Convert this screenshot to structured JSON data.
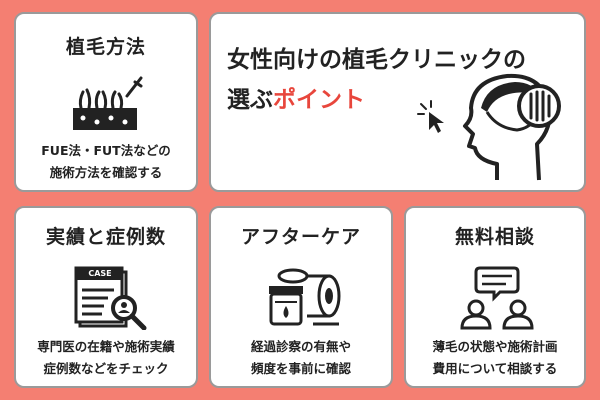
{
  "cards": [
    {
      "title": "植毛方法",
      "desc_line1": "FUE法・FUT法などの",
      "desc_line2": "施術方法を確認する",
      "icon": "hair-skin-icon"
    },
    {
      "title": "実績と症例数",
      "desc_line1": "専門医の在籍や施術実績",
      "desc_line2": "症例数などをチェック",
      "icon": "case-file-search-icon"
    },
    {
      "title": "アフターケア",
      "desc_line1": "経過診察の有無や",
      "desc_line2": "頻度を事前に確認",
      "icon": "medicine-bandage-icon"
    },
    {
      "title": "無料相談",
      "desc_line1": "薄毛の状態や施術計画",
      "desc_line2": "費用について相談する",
      "icon": "consultation-people-icon"
    }
  ],
  "main": {
    "line1": "女性向けの植毛クリニックの",
    "line2_prefix": "選ぶ",
    "line2_accent": "ポイント",
    "icon": "head-profile-hair-icon"
  },
  "case_label": "CASE",
  "colors": {
    "background": "#f47f72",
    "accent": "#e8463c",
    "highlight": "#fff25c"
  }
}
